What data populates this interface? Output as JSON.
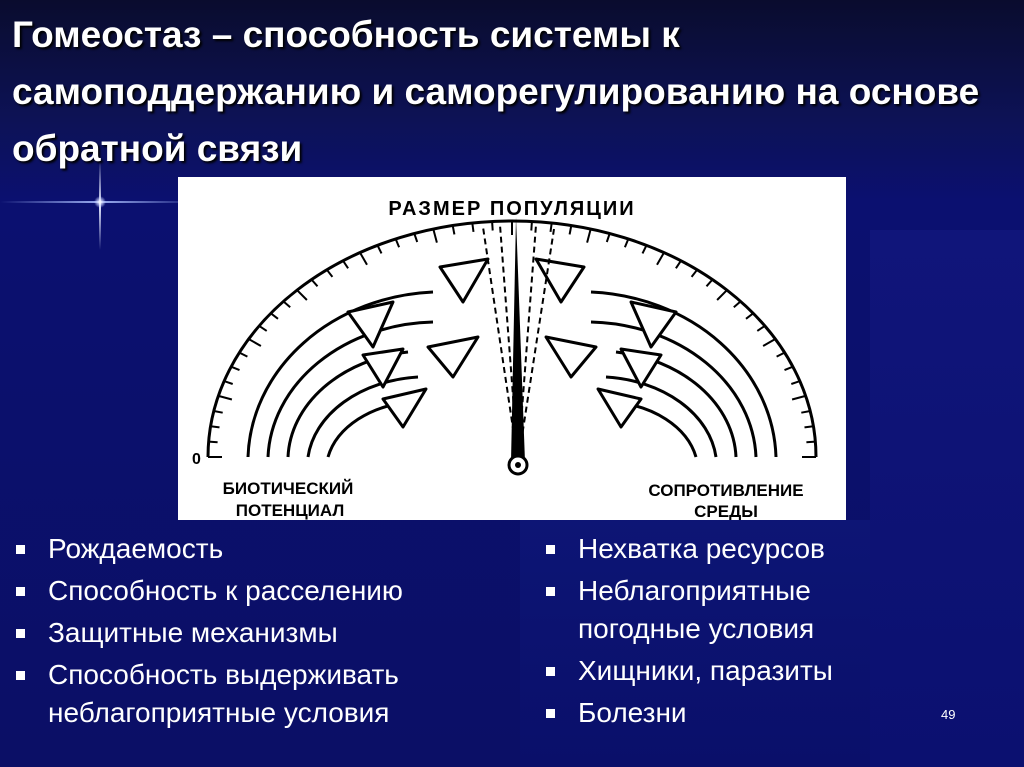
{
  "slide": {
    "title_term": "Гомеостаз",
    "title_rest": " – способность системы к самоподдержанию и саморегулированию на основе обратной связи",
    "figure": {
      "scale_title": "РАЗМЕР ПОПУЛЯЦИИ",
      "zero_label": "0",
      "left_label_line1": "БИОТИЧЕСКИЙ",
      "left_label_line2": "ПОТЕНЦИАЛ",
      "right_label_line1": "СОПРОТИВЛЕНИЕ",
      "right_label_line2": "СРЕДЫ"
    },
    "left_list": [
      "Рождаемость",
      "Способность к расселению",
      "Защитные механизмы",
      "Способность выдерживать неблагоприятные условия"
    ],
    "right_list": [
      "Нехватка ресурсов",
      "Неблагоприятные погодные условия",
      "Хищники, паразиты",
      "Болезни"
    ],
    "page_number": "49"
  }
}
